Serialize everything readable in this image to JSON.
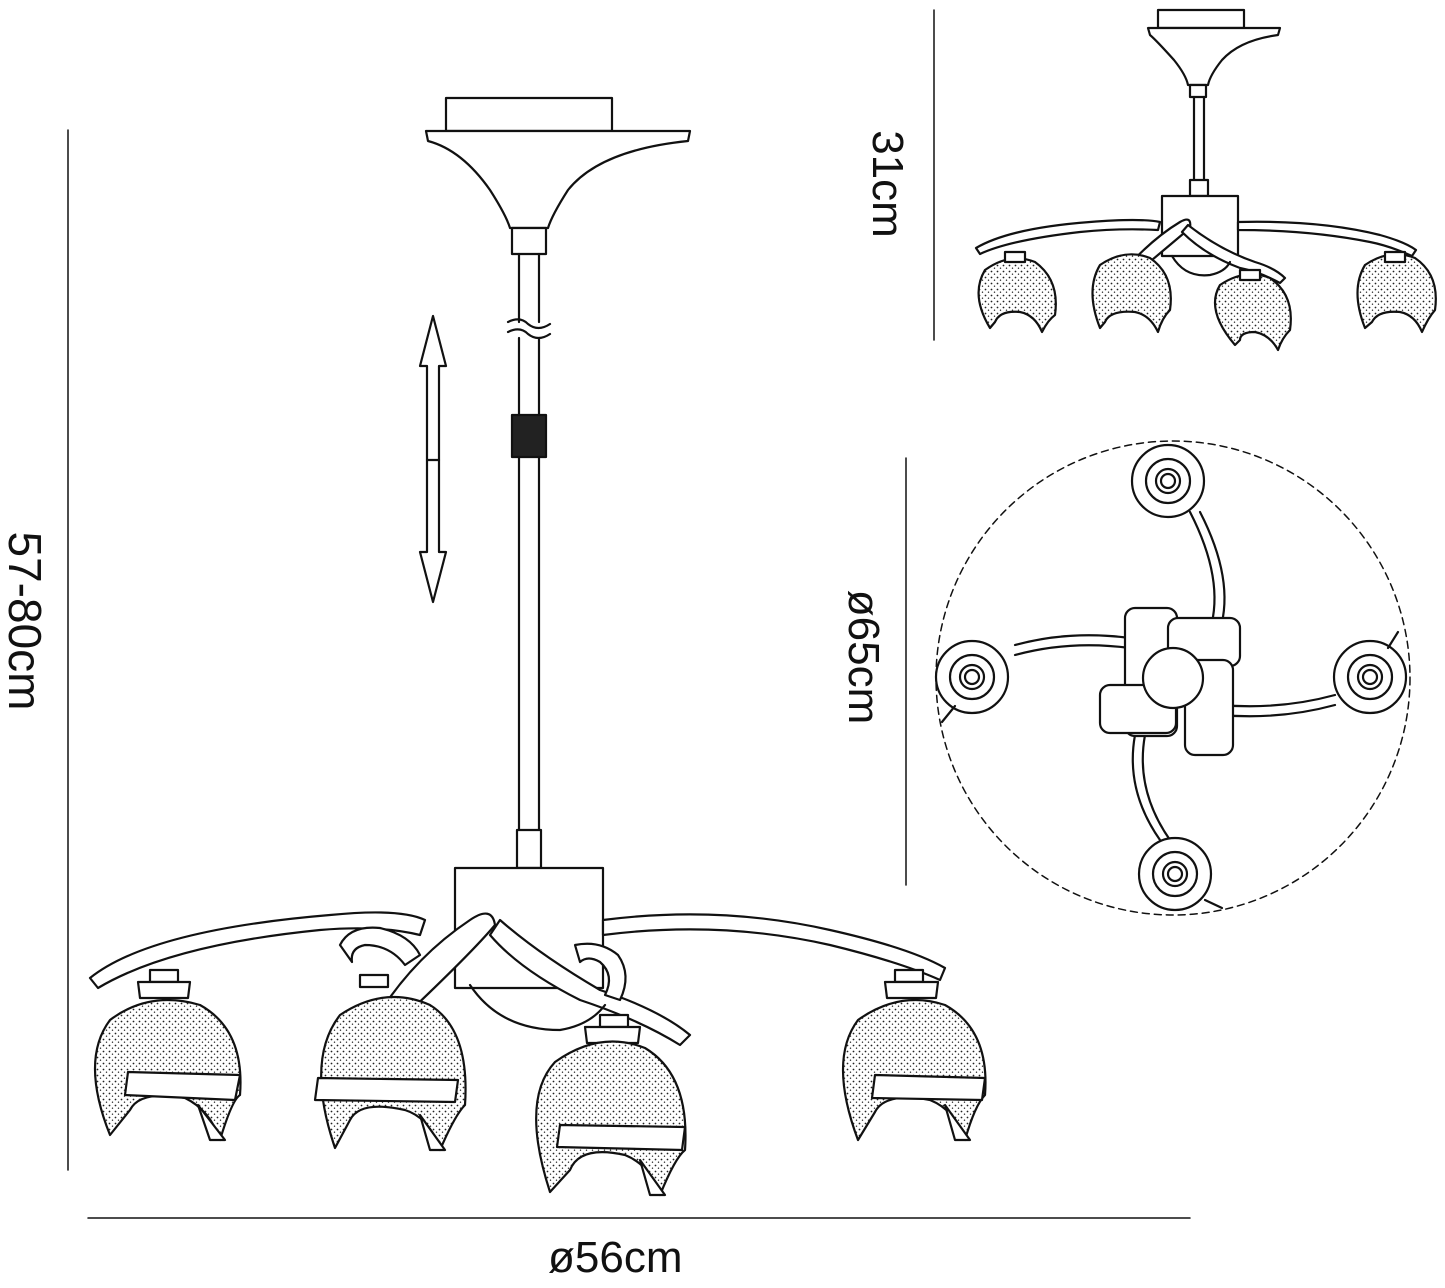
{
  "dimensions": {
    "height_range": "57-80cm",
    "width_diameter": "ø56cm",
    "side_height": "31cm",
    "top_diameter": "ø65cm"
  },
  "colors": {
    "line": "#111111",
    "background": "#ffffff",
    "fill": "#ffffff"
  },
  "icons": [
    "adjustable-height-arrow-icon",
    "cord-break-icon"
  ]
}
